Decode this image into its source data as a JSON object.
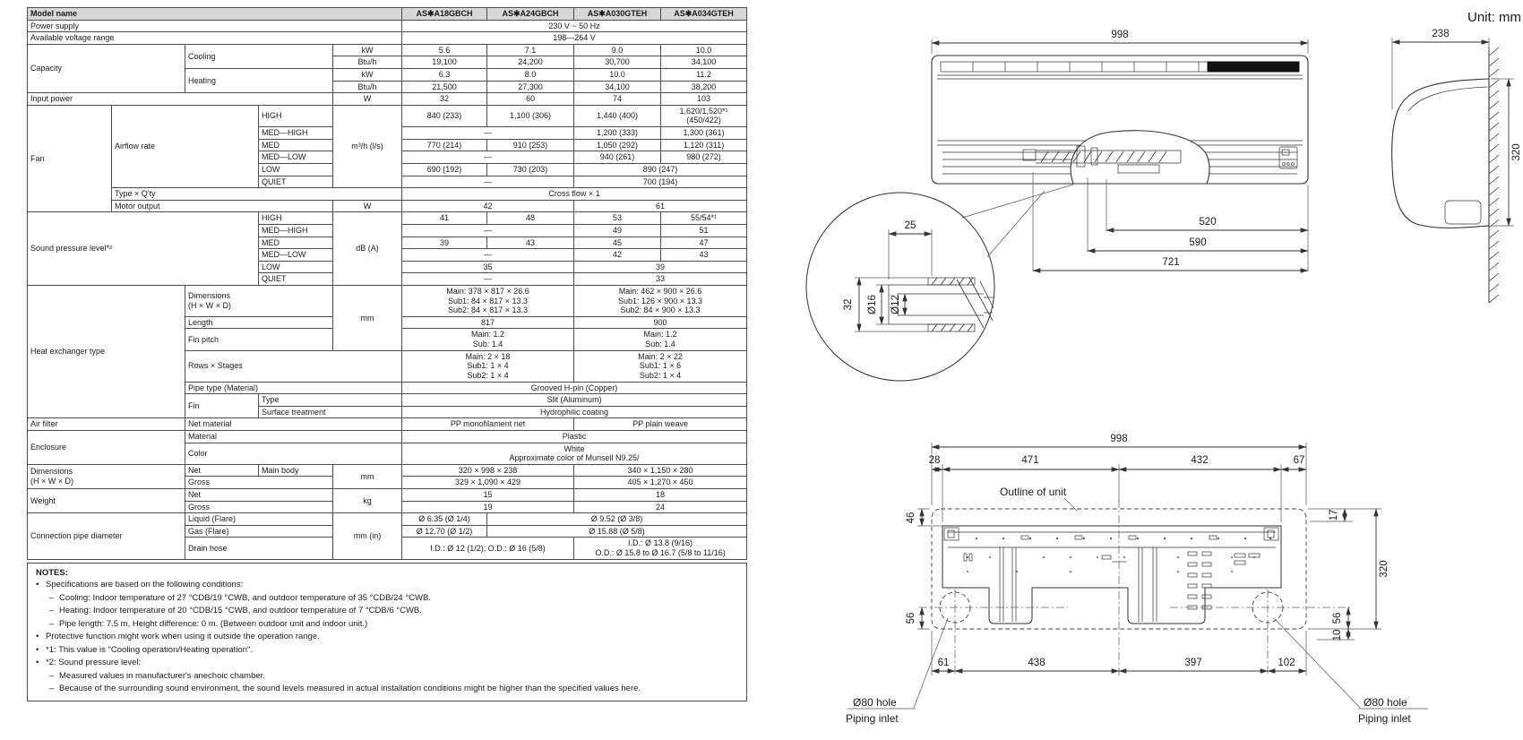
{
  "colors": {
    "header_bg": "#d7d7d7",
    "table_border": "#4d4d4d",
    "line": "#333333",
    "paper": "#ffffff"
  },
  "table": {
    "rows": [
      [
        {
          "t": "Model name",
          "cs": 5,
          "c": "lab b hd"
        },
        {
          "t": "AS✱A18GBCH",
          "c": "hd"
        },
        {
          "t": "AS✱A24GBCH",
          "c": "hd"
        },
        {
          "t": "AS✱A030GTEH",
          "c": "hd"
        },
        {
          "t": "AS✱A034GTEH",
          "c": "hd"
        }
      ],
      [
        {
          "t": "Power supply",
          "cs": 5,
          "c": "lab"
        },
        {
          "t": "230 V ~ 50 Hz",
          "cs": 4
        }
      ],
      [
        {
          "t": "Available voltage range",
          "cs": 5,
          "c": "lab"
        },
        {
          "t": "198—264 V",
          "cs": 4
        }
      ],
      [
        {
          "t": "Capacity",
          "cs": 2,
          "rs": 4,
          "c": "lab"
        },
        {
          "t": "Cooling",
          "cs": 2,
          "rs": 2,
          "c": "lab"
        },
        {
          "t": "kW"
        },
        {
          "t": "5.6"
        },
        {
          "t": "7.1"
        },
        {
          "t": "9.0"
        },
        {
          "t": "10.0"
        }
      ],
      [
        {
          "t": "Btu/h"
        },
        {
          "t": "19,100"
        },
        {
          "t": "24,200"
        },
        {
          "t": "30,700"
        },
        {
          "t": "34,100"
        }
      ],
      [
        {
          "t": "Heating",
          "cs": 2,
          "rs": 2,
          "c": "lab"
        },
        {
          "t": "kW"
        },
        {
          "t": "6.3"
        },
        {
          "t": "8.0"
        },
        {
          "t": "10.0"
        },
        {
          "t": "11.2"
        }
      ],
      [
        {
          "t": "Btu/h"
        },
        {
          "t": "21,500"
        },
        {
          "t": "27,300"
        },
        {
          "t": "34,100"
        },
        {
          "t": "38,200"
        }
      ],
      [
        {
          "t": "Input power",
          "cs": 4,
          "c": "lab"
        },
        {
          "t": "W"
        },
        {
          "t": "32"
        },
        {
          "t": "60"
        },
        {
          "t": "74"
        },
        {
          "t": "103"
        }
      ],
      [
        {
          "t": "Fan",
          "rs": 8,
          "c": "lab"
        },
        {
          "t": "Airflow rate",
          "cs": 2,
          "rs": 6,
          "c": "lab"
        },
        {
          "t": "HIGH",
          "c": "lab"
        },
        {
          "t": "m³/h (l/s)",
          "rs": 6
        },
        {
          "t": "840 (233)"
        },
        {
          "t": "1,100 (306)"
        },
        {
          "t": "1,440 (400)"
        },
        {
          "t": "1,620/1,520*¹\n(450/422)"
        }
      ],
      [
        {
          "t": "MED—HIGH",
          "c": "lab"
        },
        {
          "t": "—",
          "cs": 2
        },
        {
          "t": "1,200 (333)"
        },
        {
          "t": "1,300 (361)"
        }
      ],
      [
        {
          "t": "MED",
          "c": "lab"
        },
        {
          "t": "770 (214)"
        },
        {
          "t": "910 (253)"
        },
        {
          "t": "1,050 (292)"
        },
        {
          "t": "1,120 (311)"
        }
      ],
      [
        {
          "t": "MED—LOW",
          "c": "lab"
        },
        {
          "t": "—",
          "cs": 2
        },
        {
          "t": "940 (261)"
        },
        {
          "t": "980 (272)"
        }
      ],
      [
        {
          "t": "LOW",
          "c": "lab"
        },
        {
          "t": "690 (192)"
        },
        {
          "t": "730 (203)"
        },
        {
          "t": "890 (247)",
          "cs": 2
        }
      ],
      [
        {
          "t": "QUIET",
          "c": "lab"
        },
        {
          "t": "—",
          "cs": 2
        },
        {
          "t": "700 (194)",
          "cs": 2
        }
      ],
      [
        {
          "t": "Type × Q'ty",
          "cs": 4,
          "c": "lab"
        },
        {
          "t": "Cross flow × 1",
          "cs": 4
        }
      ],
      [
        {
          "t": "Motor output",
          "cs": 3,
          "c": "lab"
        },
        {
          "t": "W"
        },
        {
          "t": "42",
          "cs": 2
        },
        {
          "t": "61",
          "cs": 2
        }
      ],
      [
        {
          "t": "Sound pressure level*²",
          "cs": 3,
          "rs": 6,
          "c": "lab"
        },
        {
          "t": "HIGH",
          "c": "lab"
        },
        {
          "t": "dB (A)",
          "rs": 6
        },
        {
          "t": "41"
        },
        {
          "t": "48"
        },
        {
          "t": "53"
        },
        {
          "t": "55/54*¹"
        }
      ],
      [
        {
          "t": "MED—HIGH",
          "c": "lab"
        },
        {
          "t": "—",
          "cs": 2
        },
        {
          "t": "49"
        },
        {
          "t": "51"
        }
      ],
      [
        {
          "t": "MED",
          "c": "lab"
        },
        {
          "t": "39"
        },
        {
          "t": "43"
        },
        {
          "t": "45"
        },
        {
          "t": "47"
        }
      ],
      [
        {
          "t": "MED—LOW",
          "c": "lab"
        },
        {
          "t": "—",
          "cs": 2
        },
        {
          "t": "42"
        },
        {
          "t": "43"
        }
      ],
      [
        {
          "t": "LOW",
          "c": "lab"
        },
        {
          "t": "35",
          "cs": 2
        },
        {
          "t": "39",
          "cs": 2
        }
      ],
      [
        {
          "t": "QUIET",
          "c": "lab"
        },
        {
          "t": "—",
          "cs": 2
        },
        {
          "t": "33",
          "cs": 2
        }
      ],
      [
        {
          "t": "Heat exchanger type",
          "cs": 2,
          "rs": 7,
          "c": "lab"
        },
        {
          "t": "Dimensions\n(H × W × D)",
          "cs": 2,
          "c": "lab"
        },
        {
          "t": "mm",
          "rs": 3
        },
        {
          "t": "Main: 378 × 817 × 26.6\nSub1: 84 × 817 × 13.3\nSub2: 84 × 817 × 13.3",
          "cs": 2
        },
        {
          "t": "Main: 462 × 900 × 26.6\nSub1: 126 × 900 × 13.3\nSub2: 84 × 900 × 13.3",
          "cs": 2
        }
      ],
      [
        {
          "t": "Length",
          "cs": 2,
          "c": "lab"
        },
        {
          "t": "817",
          "cs": 2
        },
        {
          "t": "900",
          "cs": 2
        }
      ],
      [
        {
          "t": "Fin pitch",
          "cs": 2,
          "c": "lab"
        },
        {
          "t": "Main: 1.2\nSub: 1.4",
          "cs": 2
        },
        {
          "t": "Main: 1.2\nSub: 1.4",
          "cs": 2
        }
      ],
      [
        {
          "t": "Rows × Stages",
          "cs": 3,
          "c": "lab"
        },
        {
          "t": "Main: 2 × 18\nSub1: 1 × 4\nSub2: 1 × 4",
          "cs": 2
        },
        {
          "t": "Main: 2 × 22\nSub1: 1 × 6\nSub2: 1 × 4",
          "cs": 2
        }
      ],
      [
        {
          "t": "Pipe type (Material)",
          "cs": 3,
          "c": "lab"
        },
        {
          "t": "Grooved H-pin (Copper)",
          "cs": 4
        }
      ],
      [
        {
          "t": "Fin",
          "rs": 2,
          "c": "lab"
        },
        {
          "t": "Type",
          "cs": 2,
          "c": "lab"
        },
        {
          "t": "Slit (Aluminum)",
          "cs": 4
        }
      ],
      [
        {
          "t": "Surface treatment",
          "cs": 2,
          "c": "lab"
        },
        {
          "t": "Hydrophilic coating",
          "cs": 4
        }
      ],
      [
        {
          "t": "Air filter",
          "cs": 2,
          "c": "lab"
        },
        {
          "t": "Net material",
          "cs": 3,
          "c": "lab"
        },
        {
          "t": "PP monofilament net",
          "cs": 2
        },
        {
          "t": "PP plain weave",
          "cs": 2
        }
      ],
      [
        {
          "t": "Enclosure",
          "cs": 2,
          "rs": 2,
          "c": "lab"
        },
        {
          "t": "Material",
          "cs": 3,
          "c": "lab"
        },
        {
          "t": "Plastic",
          "cs": 4
        }
      ],
      [
        {
          "t": "Color",
          "cs": 3,
          "c": "lab"
        },
        {
          "t": "White\nApproximate color of Munsell N9.25/",
          "cs": 4
        }
      ],
      [
        {
          "t": "Dimensions\n(H × W × D)",
          "cs": 2,
          "rs": 2,
          "c": "lab"
        },
        {
          "t": "Net",
          "c": "lab"
        },
        {
          "t": "Main body",
          "c": "lab"
        },
        {
          "t": "mm",
          "rs": 2
        },
        {
          "t": "320 × 998 × 238",
          "cs": 2
        },
        {
          "t": "340 × 1,150 × 280",
          "cs": 2
        }
      ],
      [
        {
          "t": "Gross",
          "cs": 2,
          "c": "lab"
        },
        {
          "t": "329 × 1,090 × 429",
          "cs": 2
        },
        {
          "t": "405 × 1,270 × 450",
          "cs": 2
        }
      ],
      [
        {
          "t": "Weight",
          "cs": 2,
          "rs": 2,
          "c": "lab"
        },
        {
          "t": "Net",
          "cs": 2,
          "c": "lab"
        },
        {
          "t": "kg",
          "rs": 2
        },
        {
          "t": "15",
          "cs": 2
        },
        {
          "t": "18",
          "cs": 2
        }
      ],
      [
        {
          "t": "Gross",
          "cs": 2,
          "c": "lab"
        },
        {
          "t": "19",
          "cs": 2
        },
        {
          "t": "24",
          "cs": 2
        }
      ],
      [
        {
          "t": "Connection pipe diameter",
          "cs": 2,
          "rs": 3,
          "c": "lab"
        },
        {
          "t": "Liquid (Flare)",
          "cs": 2,
          "c": "lab"
        },
        {
          "t": "mm (in)",
          "rs": 3
        },
        {
          "t": "Ø 6.35 (Ø 1/4)"
        },
        {
          "t": "Ø 9.52 (Ø 3/8)",
          "cs": 3
        }
      ],
      [
        {
          "t": "Gas (Flare)",
          "cs": 2,
          "c": "lab"
        },
        {
          "t": "Ø 12.70 (Ø 1/2)"
        },
        {
          "t": "Ø 15.88 (Ø 5/8)",
          "cs": 3
        }
      ],
      [
        {
          "t": "Drain hose",
          "cs": 2,
          "c": "lab"
        },
        {
          "t": "I.D.: Ø 12 (1/2); O.D.: Ø 16 (5/8)",
          "cs": 2
        },
        {
          "t": "I.D.: Ø 13.8 (9/16)\nO.D.: Ø 15.8 to Ø 16.7 (5/8 to 11/16)",
          "cs": 2
        }
      ]
    ]
  },
  "notes": {
    "title": "NOTES:",
    "items": [
      {
        "b": "•",
        "t": "Specifications are based on the following conditions:",
        "lvl": 1
      },
      {
        "b": "–",
        "t": "Cooling: Indoor temperature of 27 °CDB/19 °CWB, and outdoor temperature of 35 °CDB/24 °CWB.",
        "lvl": 2
      },
      {
        "b": "–",
        "t": "Heating: Indoor temperature of 20 °CDB/15 °CWB, and outdoor temperature of 7 °CDB/6 °CWB.",
        "lvl": 2
      },
      {
        "b": "–",
        "t": "Pipe length: 7.5 m, Height difference: 0 m. (Between outdoor unit and indoor unit.)",
        "lvl": 2
      },
      {
        "b": "•",
        "t": "Protective function might work when using it outside the operation range.",
        "lvl": 1
      },
      {
        "b": "•",
        "t": "*1: This value is \"Cooling operation/Heating operation\".",
        "lvl": 1
      },
      {
        "b": "•",
        "t": "*2: Sound pressure level:",
        "lvl": 1
      },
      {
        "b": "–",
        "t": "Measured values in manufacturer's anechoic chamber.",
        "lvl": 2
      },
      {
        "b": "–",
        "t": "Because of the surrounding sound environment, the sound levels measured in actual installation conditions might be higher than the specified values here.",
        "lvl": 2
      }
    ]
  },
  "drawings": {
    "unit_note": "Unit: mm",
    "front": {
      "d998": "998",
      "d520": "520",
      "d590": "590",
      "d721": "721"
    },
    "side": {
      "d238": "238",
      "d320": "320"
    },
    "detail": {
      "d25": "25",
      "d32": "32",
      "d16": "Ø16",
      "d12": "Ø12"
    },
    "plate": {
      "d998": "998",
      "d28": "28",
      "d471": "471",
      "d432": "432",
      "d67": "67",
      "d46": "46",
      "d56a": "56",
      "d17": "17",
      "d320": "320",
      "d56b": "56",
      "d10": "10",
      "d61": "61",
      "d438": "438",
      "d397": "397",
      "d102": "102",
      "outline": "Outline of unit",
      "hole_left": "Ø80 hole",
      "inlet_left": "Piping inlet",
      "hole_right": "Ø80 hole",
      "inlet_right": "Piping inlet"
    }
  }
}
